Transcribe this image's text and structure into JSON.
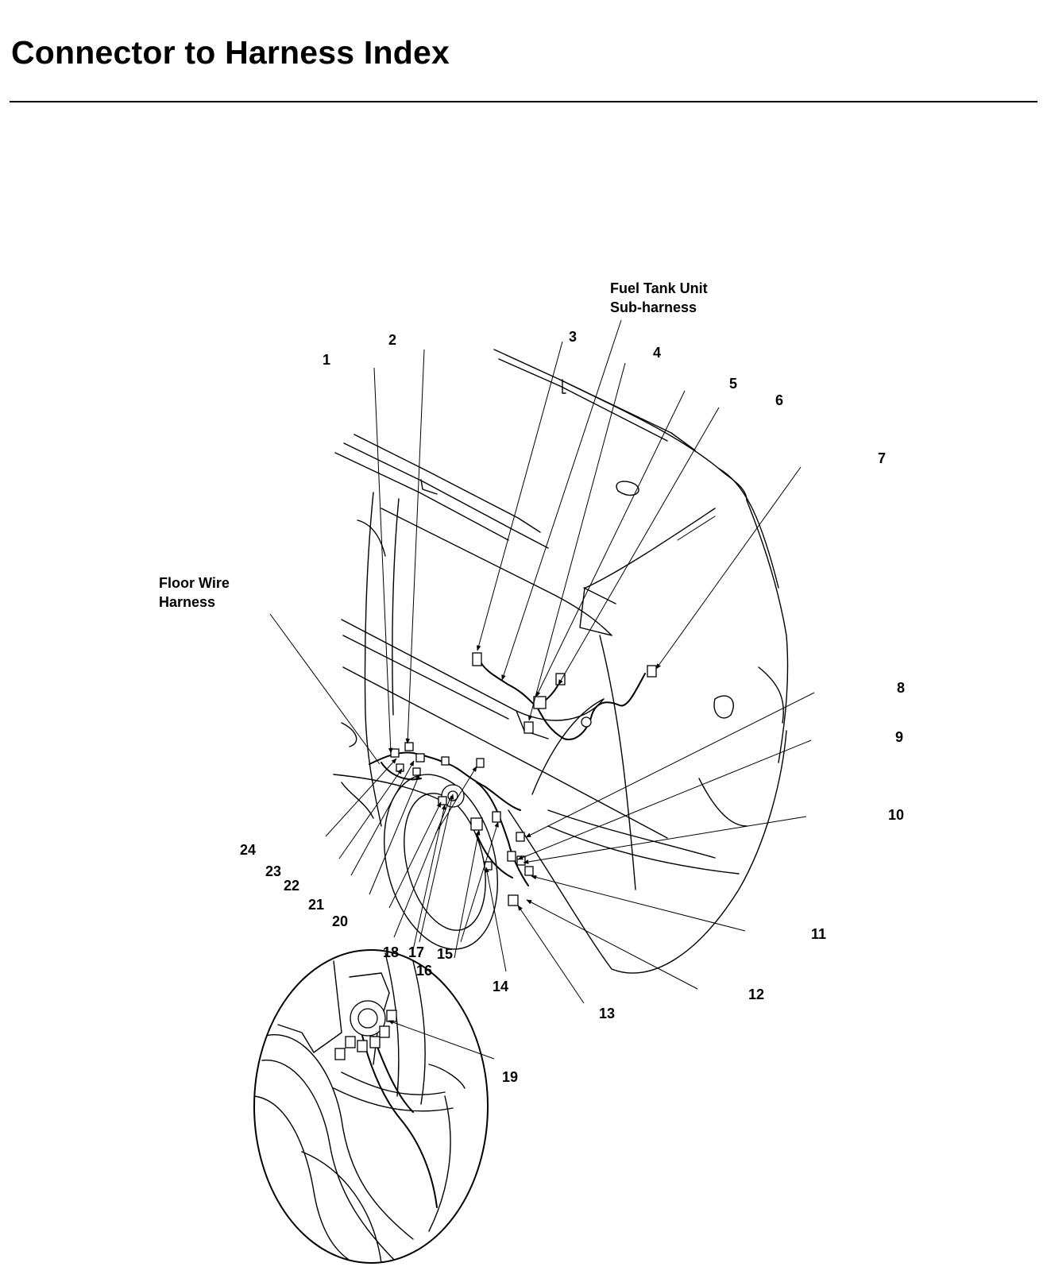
{
  "header": {
    "title": "Connector to Harness Index"
  },
  "diagram": {
    "harness_labels": [
      {
        "line1": "Fuel Tank Unit",
        "line2": "Sub-harness"
      },
      {
        "line1": "Floor Wire",
        "line2": "Harness"
      }
    ],
    "callouts": [
      "1",
      "2",
      "3",
      "4",
      "5",
      "6",
      "7",
      "8",
      "9",
      "10",
      "11",
      "12",
      "13",
      "14",
      "15",
      "16",
      "17",
      "18",
      "19",
      "20",
      "21",
      "22",
      "23",
      "24"
    ]
  }
}
